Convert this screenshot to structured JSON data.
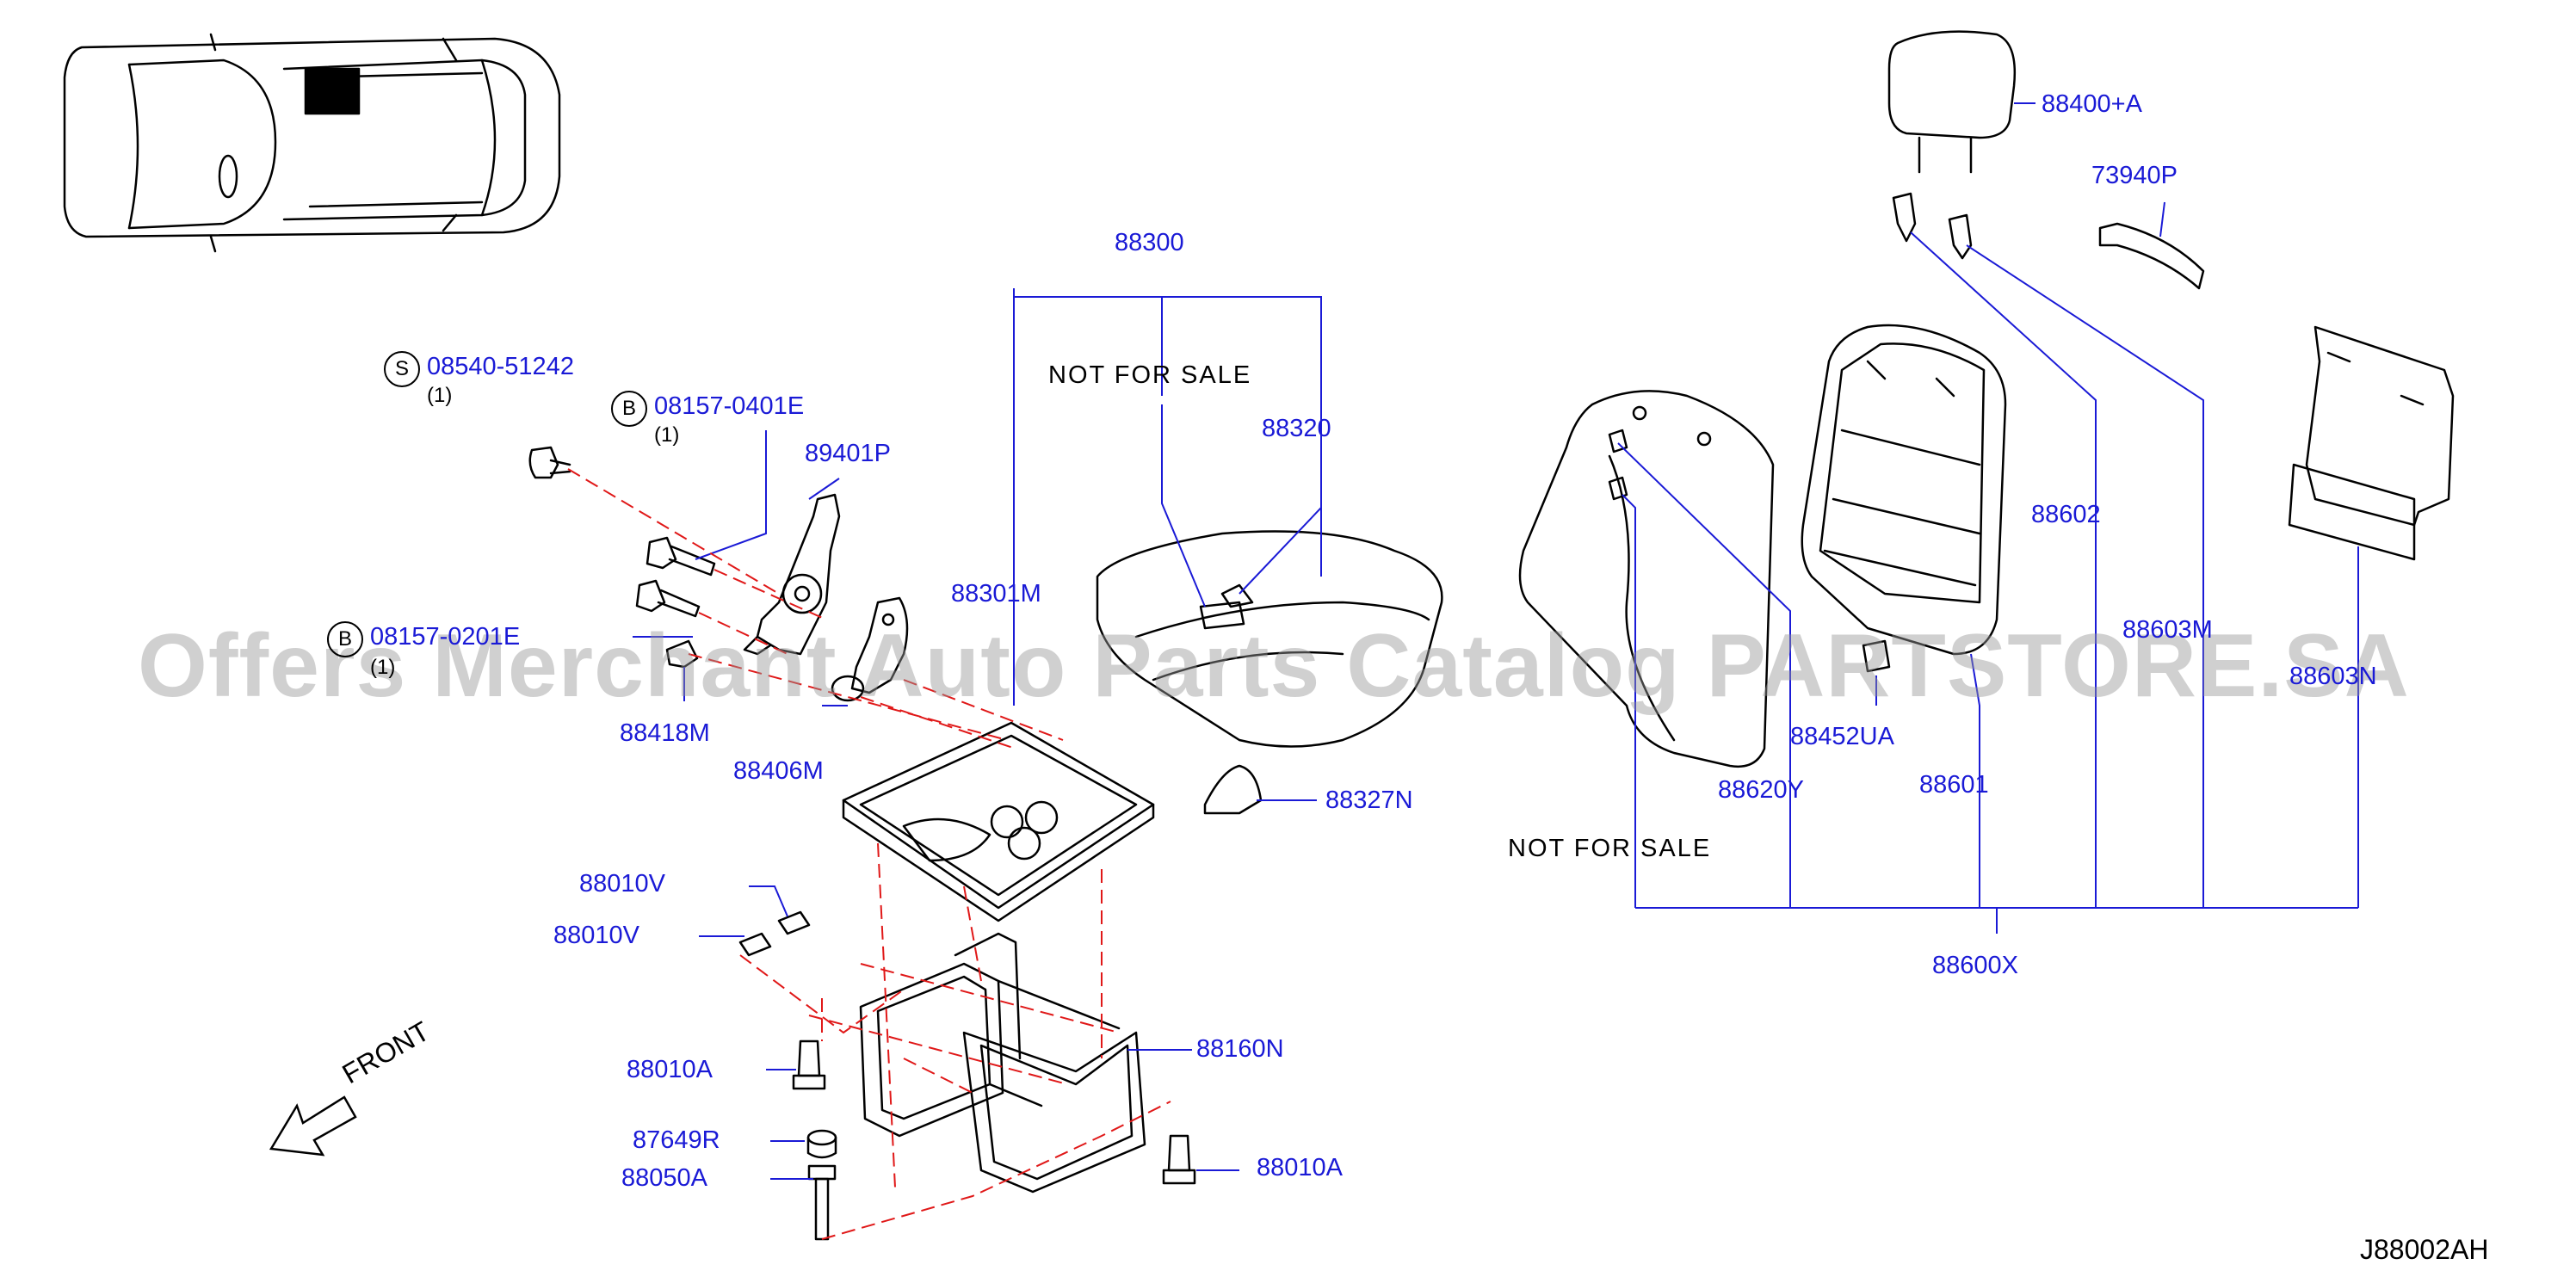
{
  "watermark": "Offers Merchant Auto Parts Catalog PARTSTORE.SA",
  "diagram_ref": "J88002AH",
  "front_label": "FRONT",
  "not_for_sale_1": "NOT   FOR   SALE",
  "not_for_sale_2": "NOT   FOR   SALE",
  "circle_s": "S",
  "circle_b1": "B",
  "circle_b2": "B",
  "qty_s": "(1)",
  "qty_b1": "(1)",
  "qty_b2": "(1)",
  "parts": {
    "p08540": "08540-51242",
    "p08157a": "08157-0401E",
    "p08157b": "08157-0201E",
    "p89401P": "89401P",
    "p88418M": "88418M",
    "p88406M": "88406M",
    "p88300": "88300",
    "p88320": "88320",
    "p88301M": "88301M",
    "p88327N": "88327N",
    "p88010V_a": "88010V",
    "p88010V_b": "88010V",
    "p88010A_a": "88010A",
    "p88010A_b": "88010A",
    "p88160N": "88160N",
    "p87649R": "87649R",
    "p88050A": "88050A",
    "p88400A": "88400+A",
    "p73940P": "73940P",
    "p88602": "88602",
    "p88603M": "88603M",
    "p88603N": "88603N",
    "p88452UA": "88452UA",
    "p88620Y": "88620Y",
    "p88601": "88601",
    "p88600X": "88600X"
  }
}
